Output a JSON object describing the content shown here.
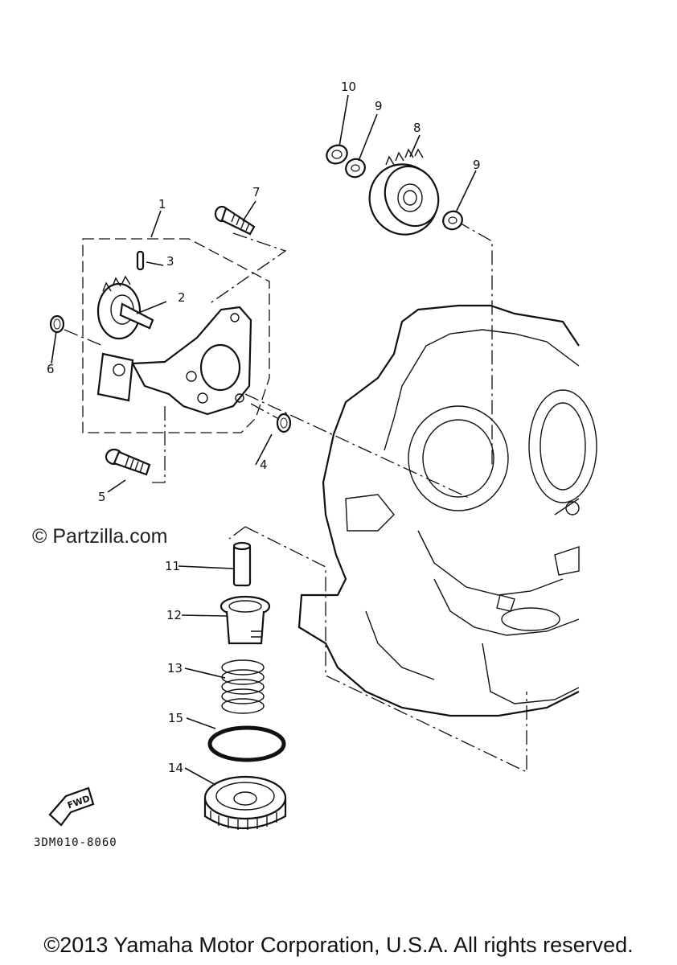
{
  "watermark": "© Partzilla.com",
  "diagram_code": "3DM010-8060",
  "fwd_label": "FWD",
  "copyright": "©2013 Yamaha Motor Corporation, U.S.A. All rights reserved.",
  "callouts": {
    "c1": "1",
    "c2": "2",
    "c3": "3",
    "c4": "4",
    "c5": "5",
    "c6": "6",
    "c7": "7",
    "c8": "8",
    "c9a": "9",
    "c9b": "9",
    "c10": "10",
    "c11": "11",
    "c12": "12",
    "c13": "13",
    "c14": "14",
    "c15": "15"
  }
}
